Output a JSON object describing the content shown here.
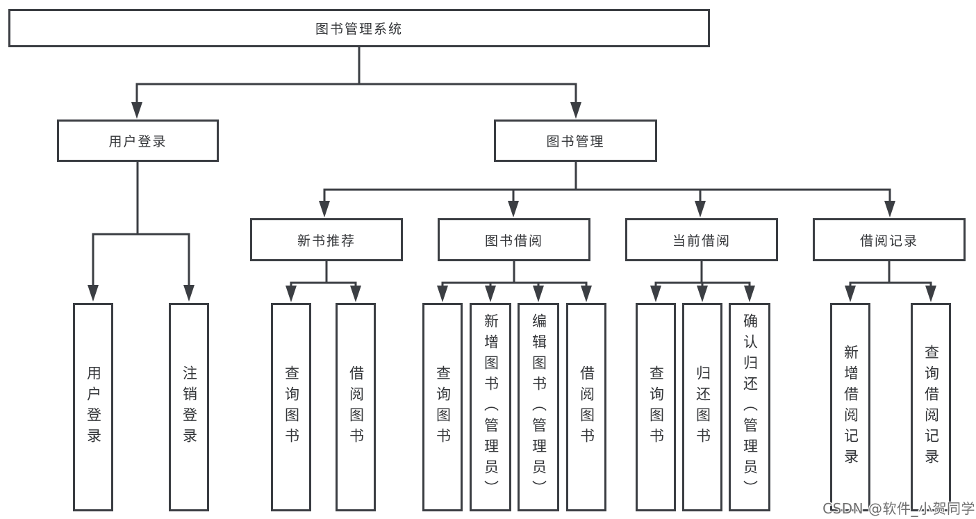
{
  "tree": {
    "root": {
      "label": "图书管理系统",
      "children": [
        {
          "label": "用户登录",
          "children": [
            {
              "label": "用户登录"
            },
            {
              "label": "注销登录"
            }
          ]
        },
        {
          "label": "图书管理",
          "children": [
            {
              "label": "新书推荐",
              "children": [
                {
                  "label": "查询图书"
                },
                {
                  "label": "借阅图书"
                }
              ]
            },
            {
              "label": "图书借阅",
              "children": [
                {
                  "label": "查询图书"
                },
                {
                  "label": "新增图书（管理员）"
                },
                {
                  "label": "编辑图书（管理员）"
                },
                {
                  "label": "借阅图书"
                }
              ]
            },
            {
              "label": "当前借阅",
              "children": [
                {
                  "label": "查询图书"
                },
                {
                  "label": "归还图书"
                },
                {
                  "label": "确认归还（管理员）"
                }
              ]
            },
            {
              "label": "借阅记录",
              "children": [
                {
                  "label": "新增借阅记录"
                },
                {
                  "label": "查询借阅记录"
                }
              ]
            }
          ]
        }
      ]
    }
  },
  "watermark": {
    "text": "CSDN @软件_小贺同学"
  },
  "colors": {
    "line": "#3b3e43",
    "text": "#333538",
    "background": "#ffffff",
    "watermark_text": "#6f6f6f"
  }
}
